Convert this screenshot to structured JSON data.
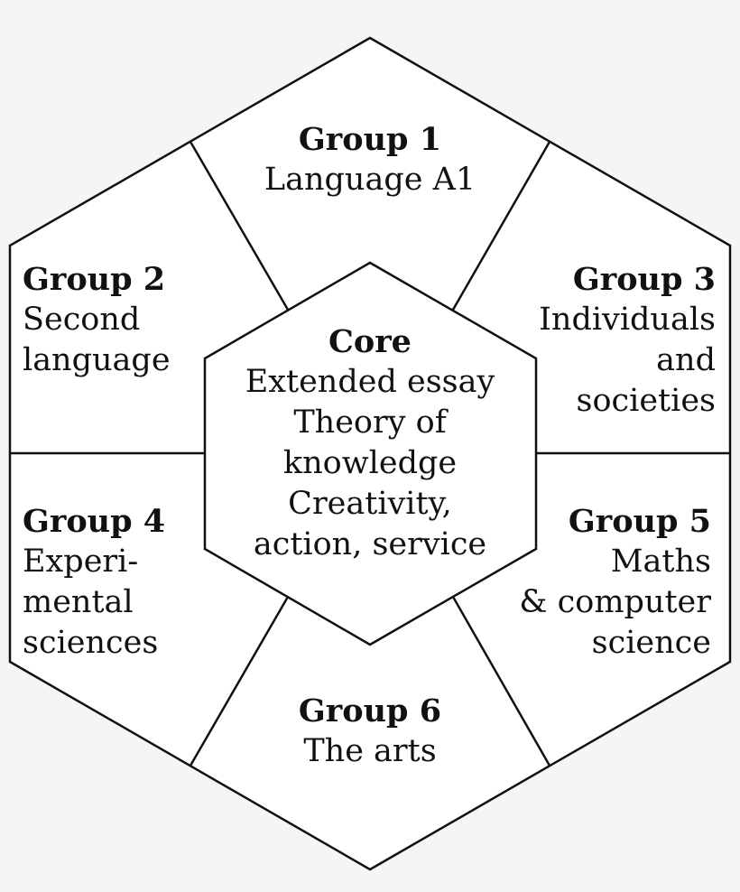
{
  "colors": {
    "background": "#f5f5f5",
    "fill": "#ffffff",
    "stroke": "#111111",
    "text": "#111111"
  },
  "groups": [
    {
      "title": "Group 1",
      "lines": [
        "Language A1"
      ]
    },
    {
      "title": "Group 2",
      "lines": [
        "Second",
        "language"
      ]
    },
    {
      "title": "Group 3",
      "lines": [
        "Individuals",
        "and",
        "societies"
      ]
    },
    {
      "title": "Group 4",
      "lines": [
        "Experi-",
        "mental",
        "sciences"
      ]
    },
    {
      "title": "Group 5",
      "lines": [
        "Maths",
        "& computer",
        "science"
      ]
    },
    {
      "title": "Group 6",
      "lines": [
        "The arts"
      ]
    }
  ],
  "core": {
    "title": "Core",
    "lines": [
      "Extended essay",
      "Theory of",
      "knowledge",
      "Creativity,",
      "action, service"
    ]
  }
}
